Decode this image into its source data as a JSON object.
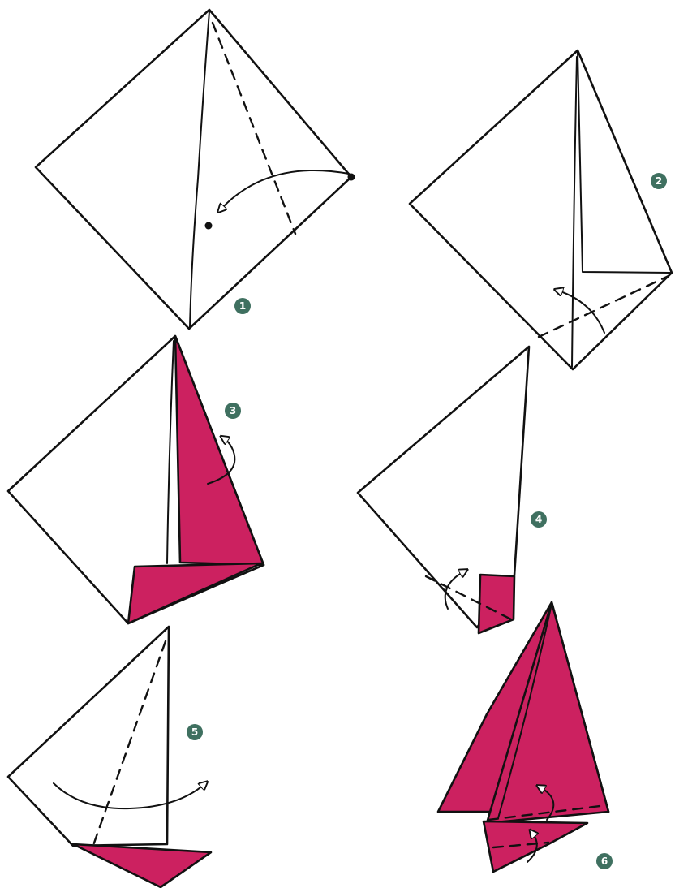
{
  "colors": {
    "ink": "#111111",
    "paper": "#ffffff",
    "accent": "#cc2160",
    "badge": "#3f7060"
  },
  "steps": [
    {
      "number": "1"
    },
    {
      "number": "2"
    },
    {
      "number": "3"
    },
    {
      "number": "4"
    },
    {
      "number": "5"
    },
    {
      "number": "6"
    }
  ]
}
